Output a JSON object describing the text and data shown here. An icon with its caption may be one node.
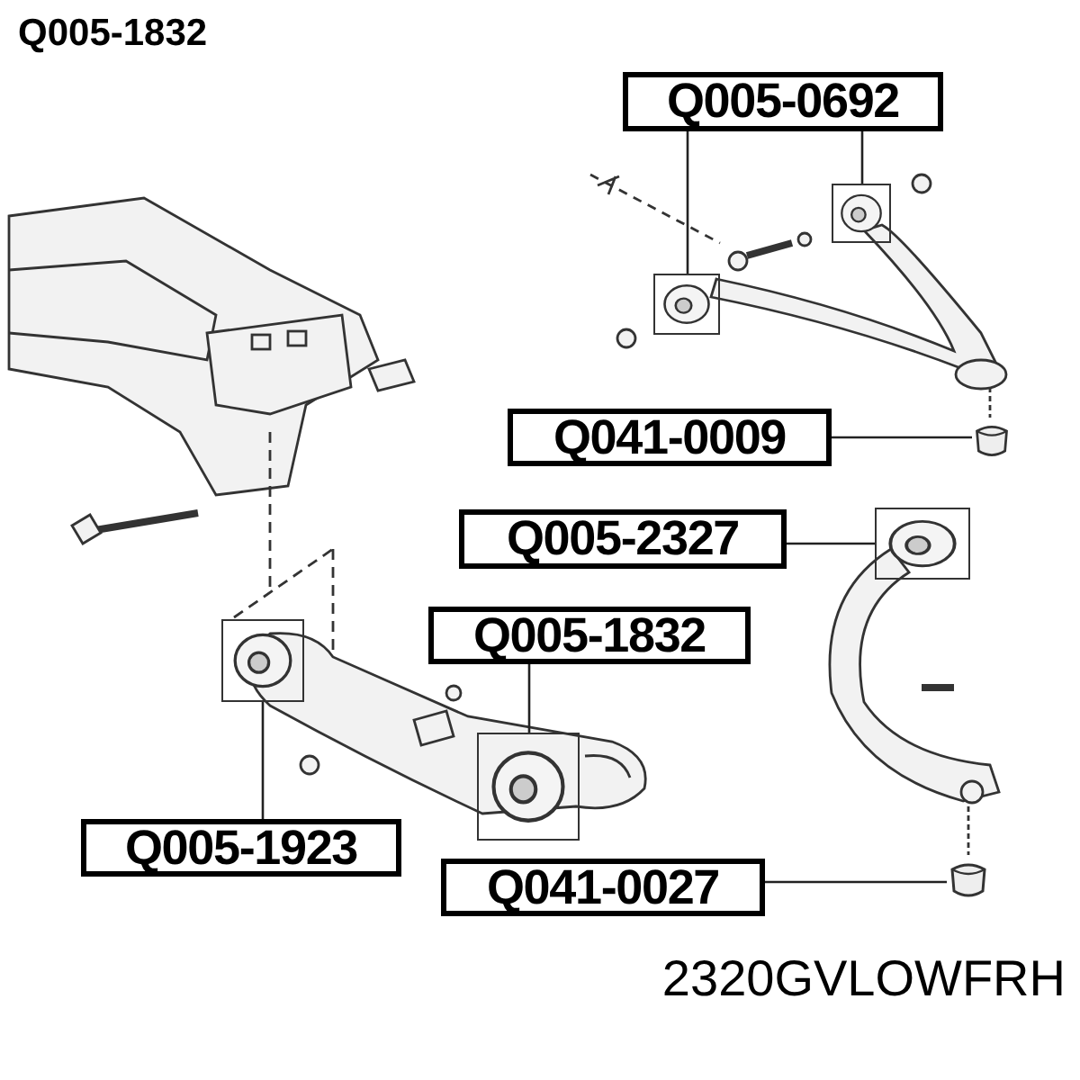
{
  "diagram": {
    "title": "Q005-1832",
    "nodes": [
      {
        "text": [
          "Q005-0692"
        ]
      },
      {
        "text": [],
        "shape": "box"
      },
      {
        "text": [],
        "shape": "box"
      },
      {
        "text": [
          "Q041-0009"
        ]
      },
      {
        "text": [],
        "shape": "picture"
      },
      {
        "text": [
          "Q005-2327"
        ]
      },
      {
        "text": [],
        "shape": "box"
      },
      {
        "text": [
          "Q005-1832"
        ]
      },
      {
        "text": [],
        "shape": "box"
      },
      {
        "text": [
          "Q005-1923"
        ]
      },
      {
        "text": [],
        "shape": "box"
      },
      {
        "text": [
          "Q041-0027"
        ]
      },
      {
        "text": [],
        "shape": "picture"
      }
    ],
    "edges": [
      {
        "from": 0,
        "to": 1,
        "arrow": "none"
      },
      {
        "from": 0,
        "to": 2,
        "arrow": "none"
      },
      {
        "from": 3,
        "to": 4,
        "arrow": "none"
      },
      {
        "from": 5,
        "to": 6,
        "arrow": "none"
      },
      {
        "from": 7,
        "to": 8,
        "arrow": "none"
      },
      {
        "from": 9,
        "to": 10,
        "arrow": "none"
      },
      {
        "from": 11,
        "to": 12,
        "arrow": "none"
      }
    ],
    "labels": [
      "2320GVLOWFRH"
    ]
  }
}
